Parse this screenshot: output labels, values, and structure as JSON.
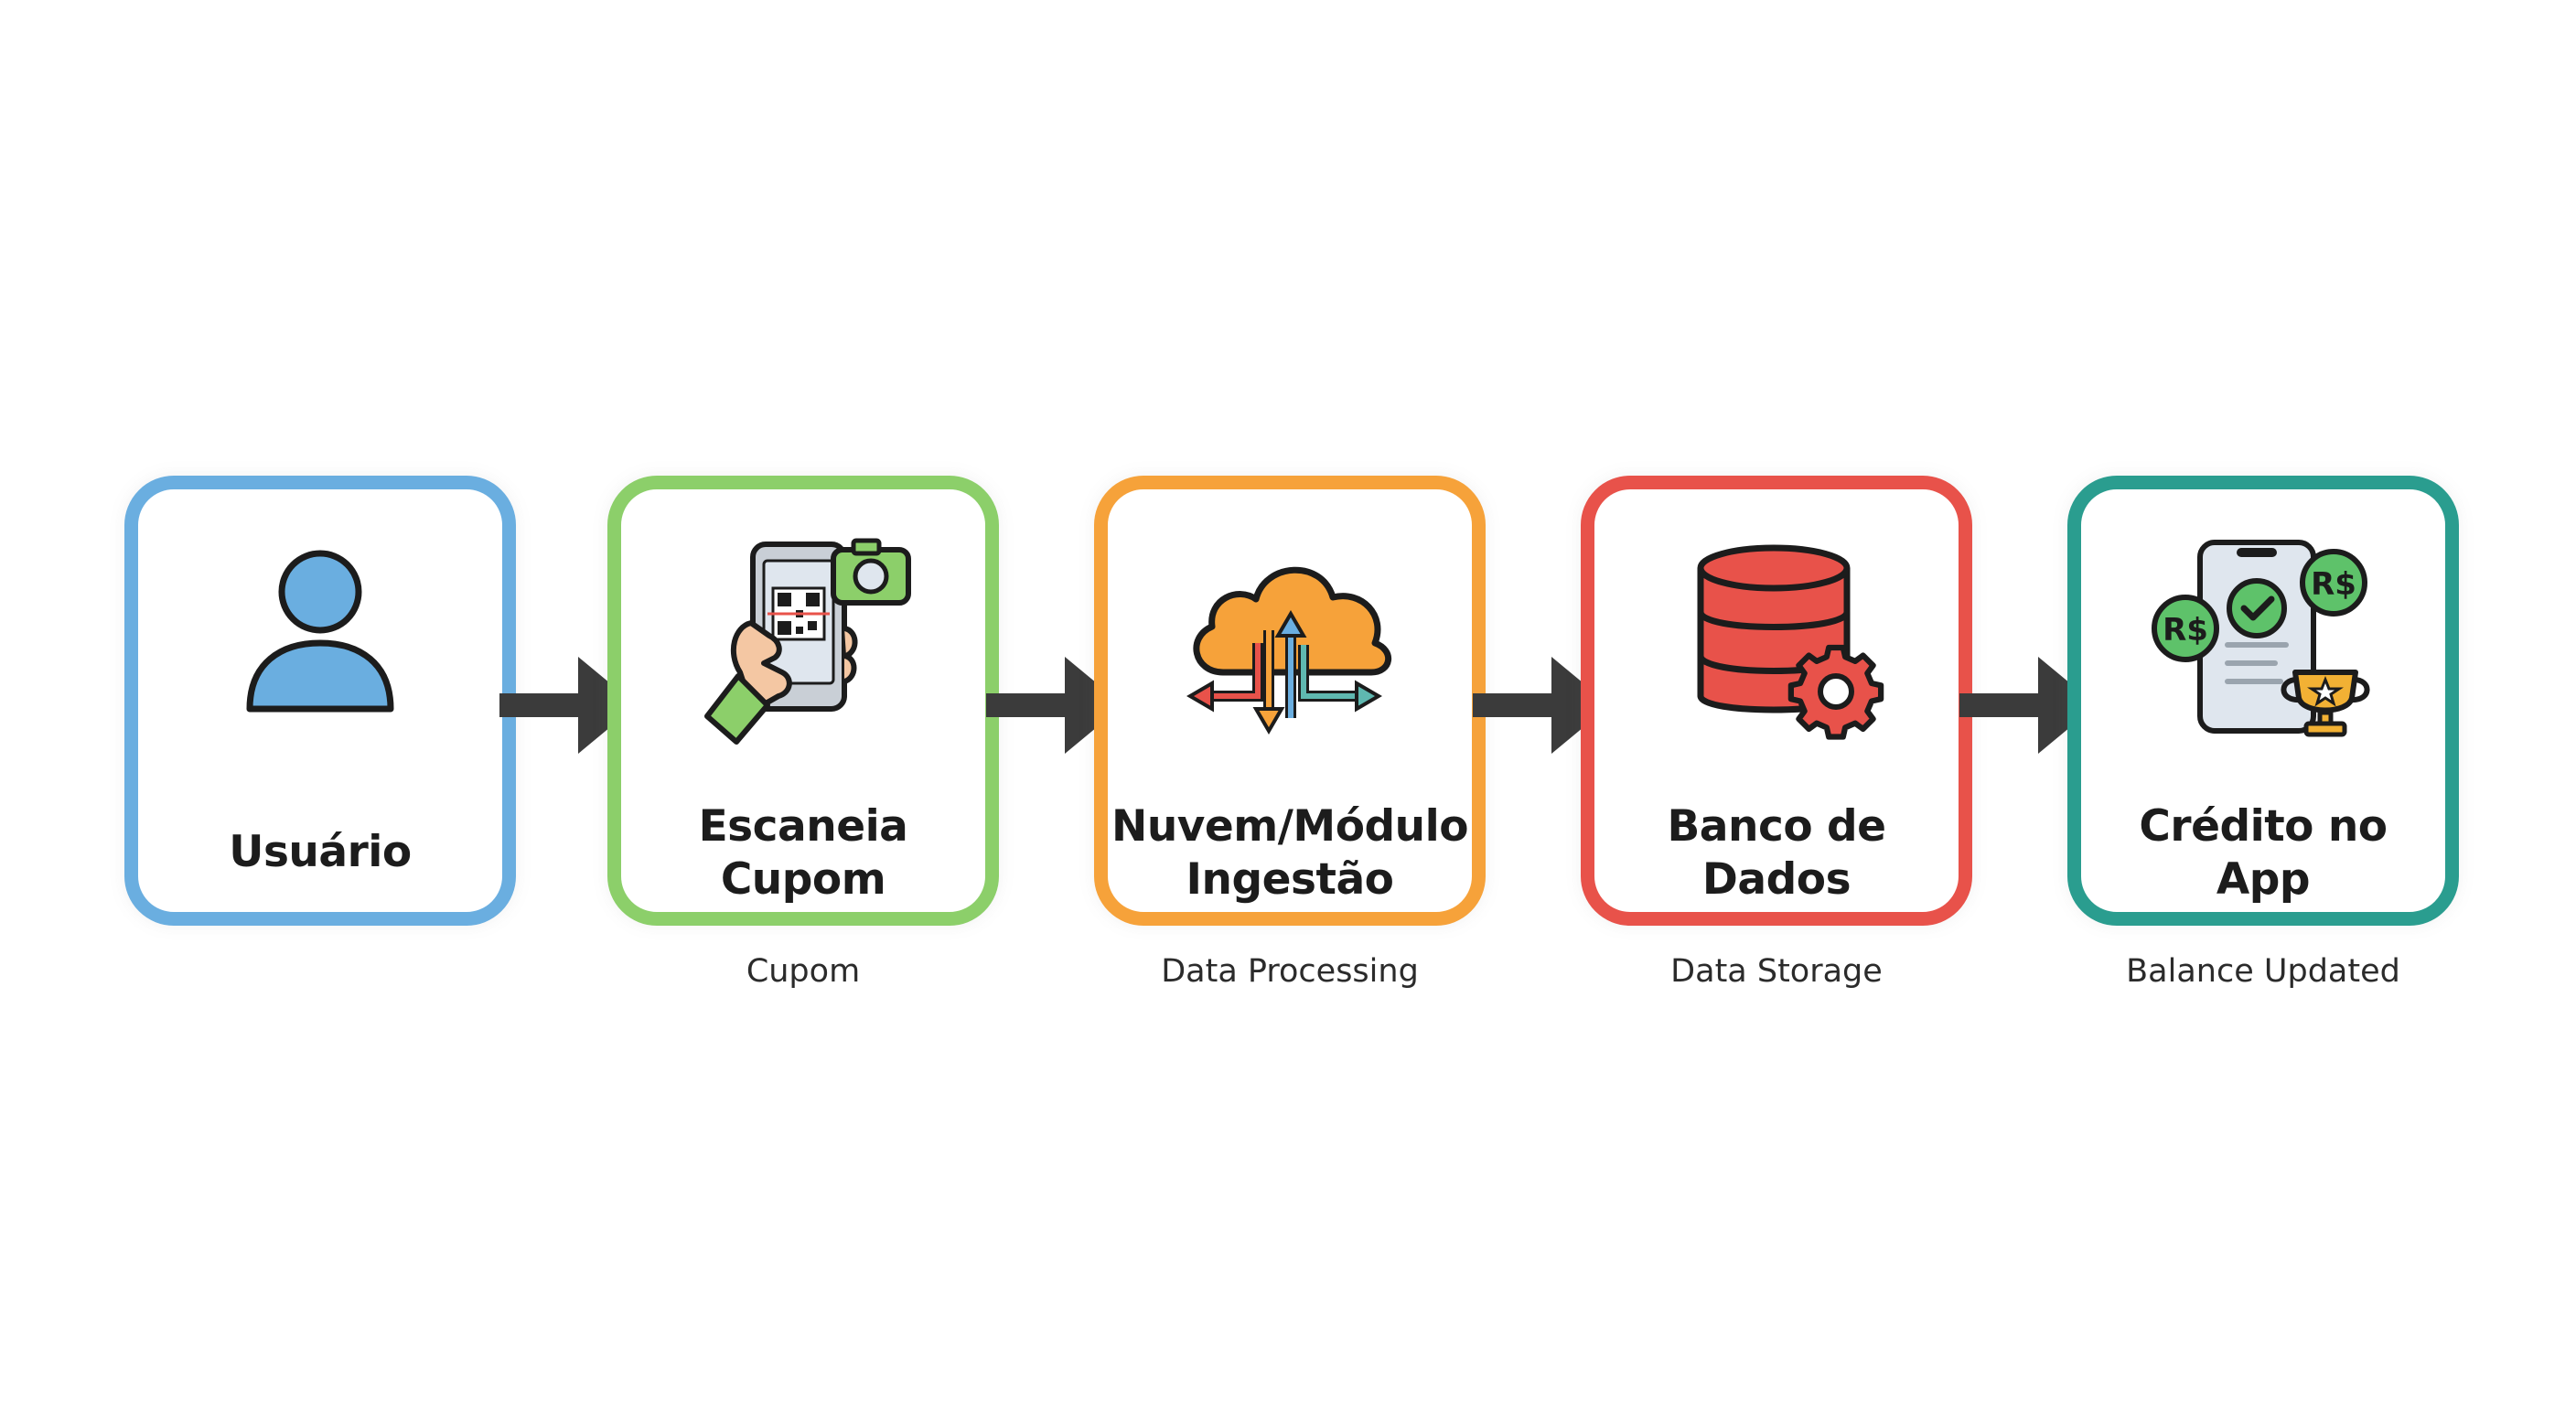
{
  "steps": [
    {
      "title_line1": "Usuário",
      "title_line2": "",
      "caption": "",
      "color": "#6aaee0"
    },
    {
      "title_line1": "Escaneia",
      "title_line2": "Cupom",
      "caption": "Cupom",
      "color": "#8ccf6a"
    },
    {
      "title_line1": "Nuvem/Módulo",
      "title_line2": "Ingestão",
      "caption": "Data Processing",
      "color": "#f6a23a"
    },
    {
      "title_line1": "Banco de",
      "title_line2": "Dados",
      "caption": "Data Storage",
      "color": "#e8524a"
    },
    {
      "title_line1": "Crédito no",
      "title_line2": "App",
      "caption": "Balance Updated",
      "color": "#2a9d8f"
    }
  ],
  "icons": [
    "user-icon",
    "phone-qr-scan-icon",
    "cloud-sync-icon",
    "database-gear-icon",
    "phone-credit-icon"
  ],
  "icon_text": {
    "currency": "R$"
  },
  "arrow_color": "#3b3b3b"
}
